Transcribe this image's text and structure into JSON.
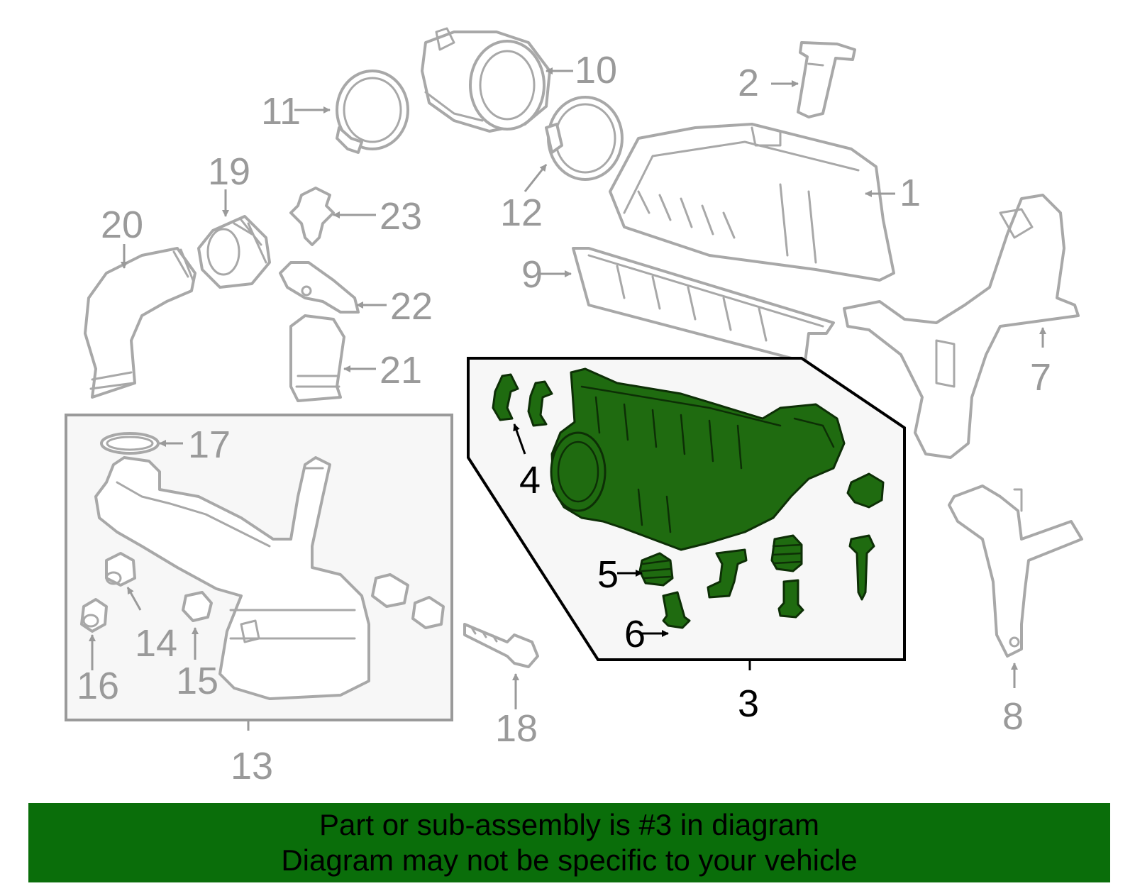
{
  "callouts": {
    "c1": "1",
    "c2": "2",
    "c3": "3",
    "c4": "4",
    "c5": "5",
    "c6": "6",
    "c7": "7",
    "c8": "8",
    "c9": "9",
    "c10": "10",
    "c11": "11",
    "c12": "12",
    "c13": "13",
    "c14": "14",
    "c15": "15",
    "c16": "16",
    "c17": "17",
    "c18": "18",
    "c19": "19",
    "c20": "20",
    "c21": "21",
    "c22": "22",
    "c23": "23"
  },
  "banner": {
    "line1": "Part or sub-assembly is #3 in diagram",
    "line2": "Diagram may not be specific to your vehicle"
  },
  "colors": {
    "highlight": "#1f6b10",
    "banner": "#0a6e0a",
    "part_outline": "#a8a8a8"
  }
}
